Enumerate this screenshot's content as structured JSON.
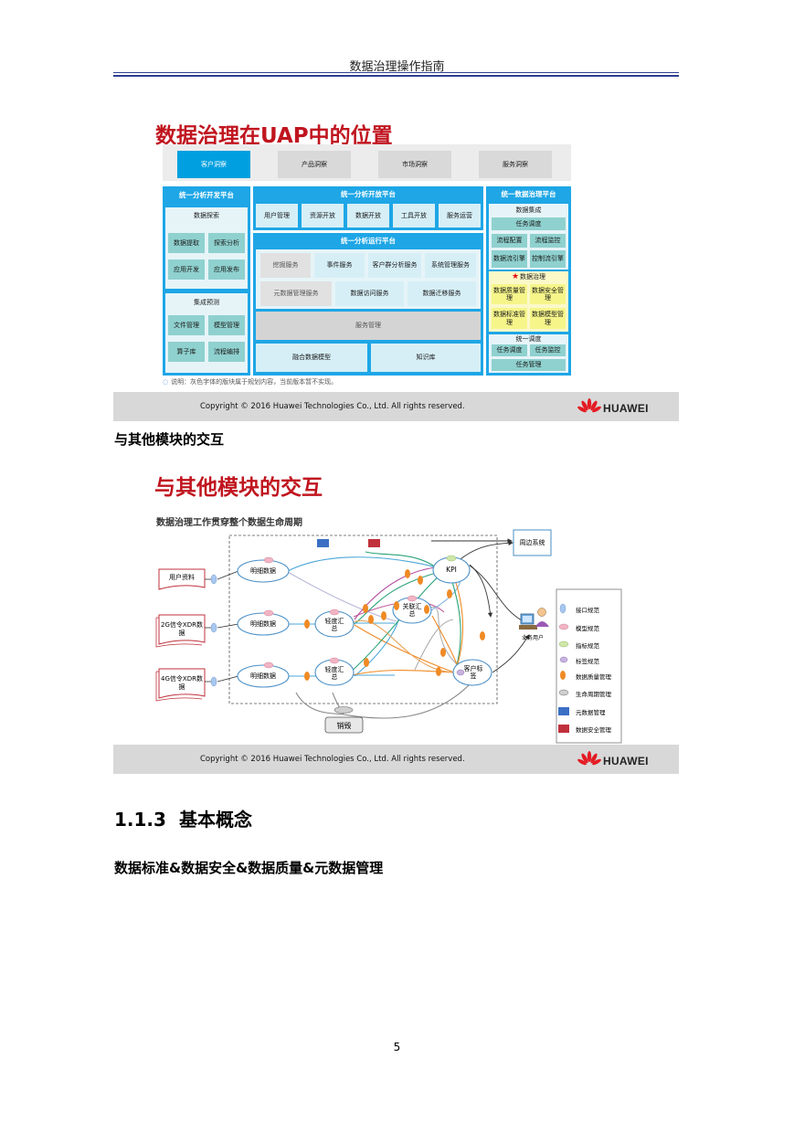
{
  "header": {
    "title": "数据治理操作指南"
  },
  "slide1": {
    "title": "数据治理在UAP中的位置",
    "top_tabs": [
      "客户洞察",
      "产品洞察",
      "市场洞察",
      "服务洞察"
    ],
    "dev_platform": {
      "title": "统一分析开发平台",
      "explore_title": "数据探索",
      "explore_items": [
        "数据提取",
        "探索分析",
        "应用开发",
        "应用发布"
      ],
      "integration_title": "集成预测",
      "integration_items": [
        "文件管理",
        "模型管理",
        "算子库",
        "流程编排"
      ]
    },
    "open_platform": {
      "title": "统一分析开放平台",
      "items": [
        "用户管理",
        "资源开放",
        "数据开放",
        "工具开放",
        "服务运营"
      ]
    },
    "run_platform": {
      "title": "统一分析运行平台",
      "row1": [
        "挖掘服务",
        "事件服务",
        "客户群分析服务",
        "系统管理服务"
      ],
      "row2": [
        "元数据管理服务",
        "数据访问服务",
        "数据迁移服务"
      ],
      "service_mgmt": "服务管理",
      "bottom": [
        "融合数据模型",
        "知识库"
      ]
    },
    "gov_platform": {
      "title": "统一数据治理平台",
      "integration_title": "数据集成",
      "task_schedule": "任务调度",
      "row1": [
        "流程配置",
        "流程监控"
      ],
      "row2": [
        "数据流引擎",
        "控制流引擎"
      ],
      "gov_title": "数据治理",
      "gov_items": [
        "数据质量管理",
        "数据安全管理",
        "数据标准管理",
        "数据模型管理"
      ],
      "schedule_title": "统一调度",
      "schedule_items": [
        "任务调度",
        "任务监控"
      ],
      "task_mgmt": "任务管理"
    },
    "note": "说明：灰色字体的版块属于规划内容，当前版本暂不实现。",
    "copyright": "Copyright © 2016 Huawei Technologies Co., Ltd. All rights reserved.",
    "logo_text": "HUAWEI"
  },
  "caption1": "与其他模块的交互",
  "slide2": {
    "title": "与其他模块的交互",
    "subtitle": "数据治理工作贯穿整个数据生命周期",
    "sources": [
      "用户资料",
      "2G信令XDR数据",
      "4G信令XDR数据"
    ],
    "detail_nodes": [
      "明细数据",
      "明细数据",
      "明细数据"
    ],
    "light_summary": [
      "轻度汇总",
      "轻度汇总"
    ],
    "assoc_summary": "关联汇总",
    "kpi": "KPI",
    "customer_tag": "客户标签",
    "peripheral": "周边系统",
    "business_user": "业务用户",
    "destroy": "销毁",
    "legend": [
      "接口规范",
      "模型规范",
      "指标规范",
      "标签规范",
      "数据质量管理",
      "生命周期管理",
      "元数据管理",
      "数据安全管理"
    ],
    "colors": {
      "metadata": "#3b6fc4",
      "security": "#c0313c",
      "quality": "#f08a24",
      "interface": "#a9c8f0",
      "model": "#f2b4c4",
      "indicator": "#cfe8a8",
      "tag": "#c8b4e0",
      "lifecycle": "#bfbfbf"
    },
    "copyright": "Copyright © 2016 Huawei Technologies Co., Ltd. All rights reserved.",
    "logo_text": "HUAWEI"
  },
  "section": {
    "number": "1.1.3",
    "title": "基本概念"
  },
  "subheading": "数据标准&数据安全&数据质量&元数据管理",
  "page_number": "5"
}
